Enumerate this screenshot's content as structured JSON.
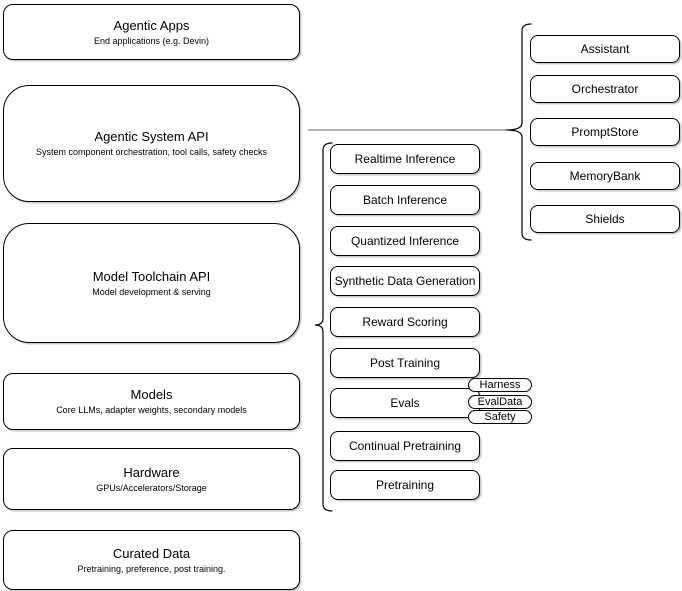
{
  "stack": [
    {
      "title": "Agentic Apps",
      "subtitle": "End applications (e.g. Devin)"
    },
    {
      "title": "Agentic System API",
      "subtitle": "System component orchestration, tool calls, safety checks"
    },
    {
      "title": "Model Toolchain API",
      "subtitle": "Model development & serving"
    },
    {
      "title": "Models",
      "subtitle": "Core LLMs, adapter weights, secondary models"
    },
    {
      "title": "Hardware",
      "subtitle": "GPUs/Accelerators/Storage"
    },
    {
      "title": "Curated Data",
      "subtitle": "Pretraining, preference, post training."
    }
  ],
  "toolchain": {
    "services": [
      "Realtime Inference",
      "Batch Inference",
      "Quantized Inference",
      "Synthetic Data Generation",
      "Reward Scoring",
      "Post Training",
      "Evals",
      "Continual Pretraining",
      "Pretraining"
    ],
    "eval_badges": [
      "Harness",
      "EvalData",
      "Safety"
    ]
  },
  "system_components": [
    "Assistant",
    "Orchestrator",
    "PromptStore",
    "MemoryBank",
    "Shields"
  ],
  "colors": {
    "stroke": "#000000",
    "connector": "#666666",
    "background": "#ffffff",
    "text": "#000000"
  }
}
